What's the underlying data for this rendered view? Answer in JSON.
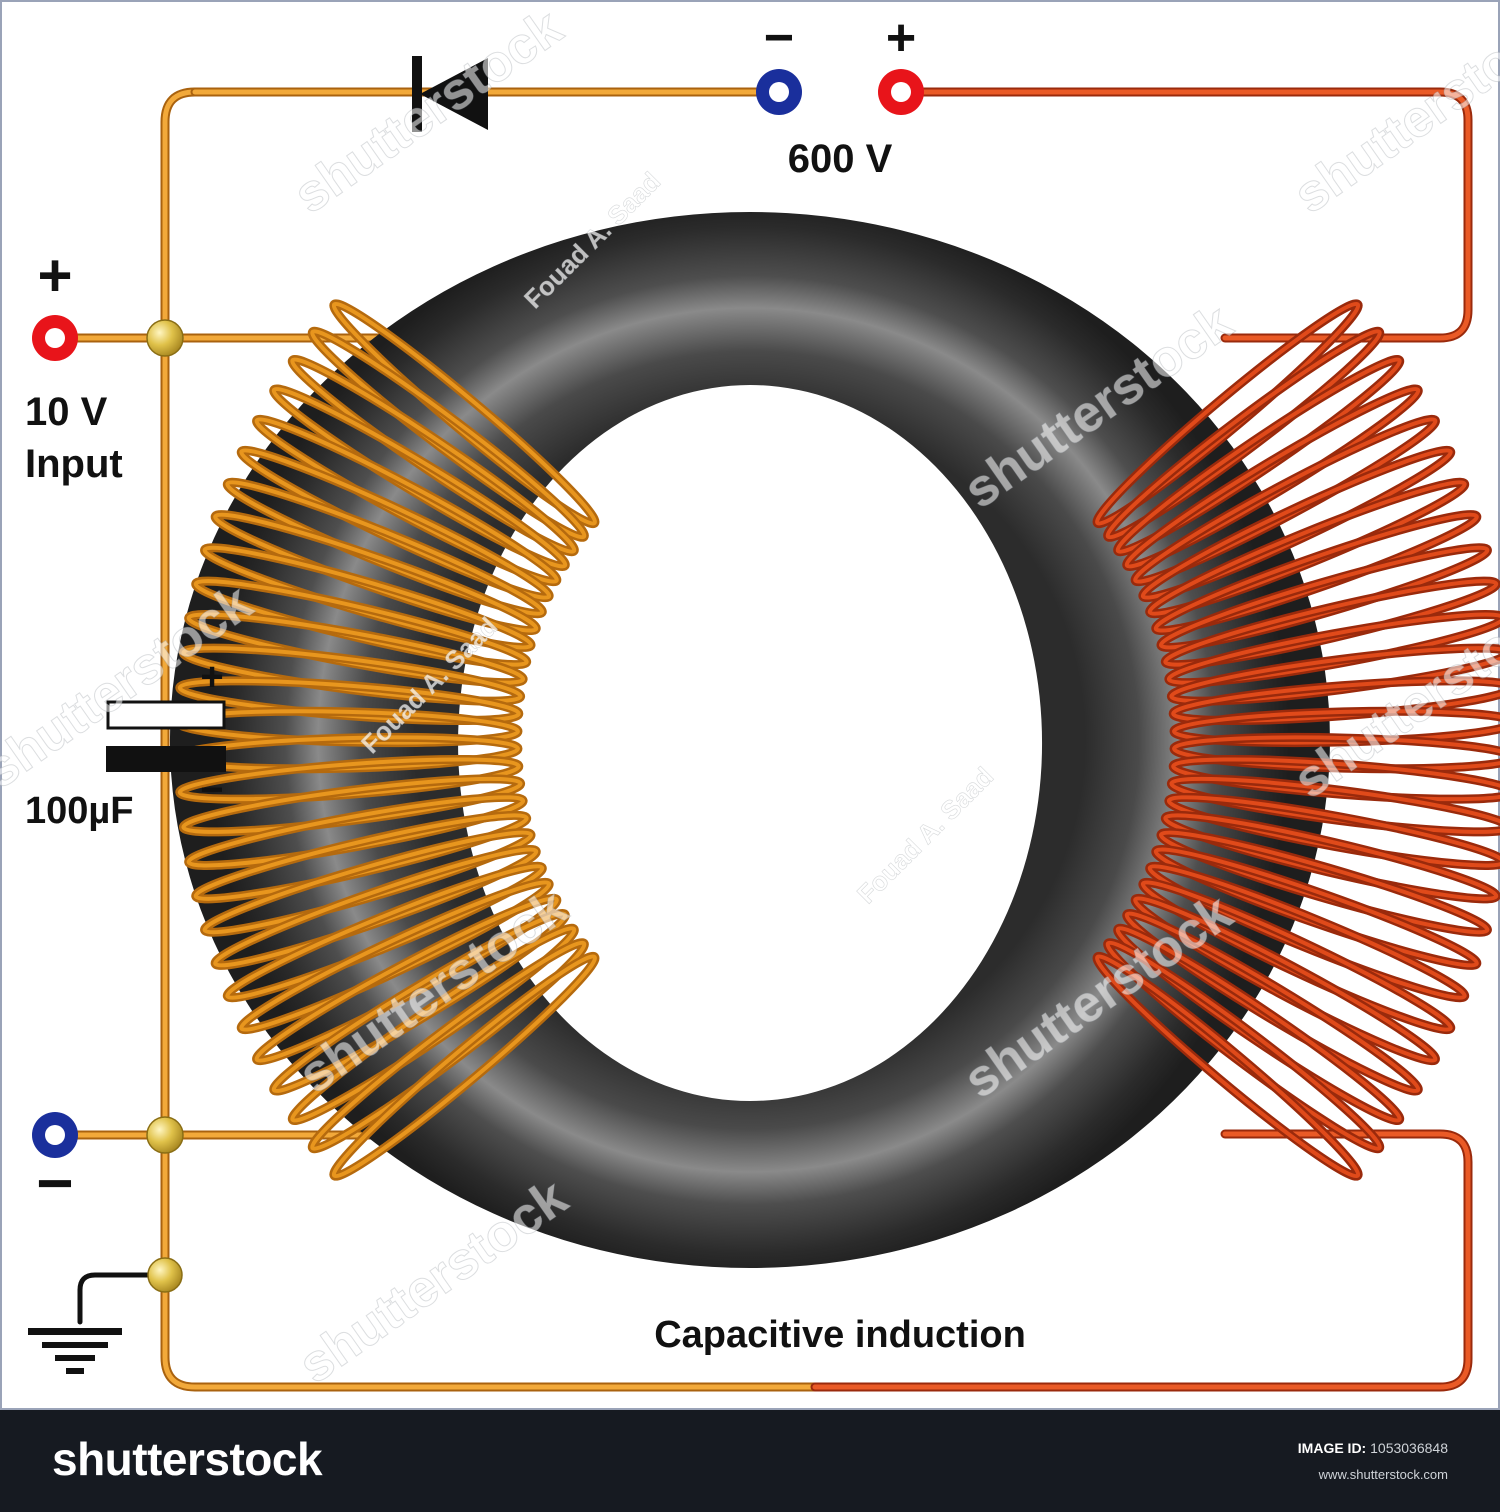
{
  "diagram": {
    "output_voltage": "600 V",
    "output_minus_sign": "−",
    "output_plus_sign": "+",
    "input_voltage": "10 V",
    "input_word": "Input",
    "input_plus_sign": "+",
    "input_minus_sign": "−",
    "capacitor_value": "100µF",
    "capacitor_plus_sign": "+",
    "capacitor_minus_sign": "−",
    "caption": "Capacitive induction",
    "colors": {
      "primary_wire": "#e8961e",
      "secondary_wire": "#e04a1a",
      "positive_terminal": "#e8141a",
      "negative_terminal": "#1a2f9c",
      "junction": "#e6c84a",
      "core": "#3a3a3a",
      "frame": "#9aa3b8"
    }
  },
  "watermarks": {
    "brand_text": "shutterstock",
    "author_text": "Fouad A. Saad"
  },
  "footer": {
    "logo": "shutterstock",
    "image_id_label": "IMAGE ID:",
    "image_id": "1053036848",
    "site": "www.shutterstock.com"
  }
}
